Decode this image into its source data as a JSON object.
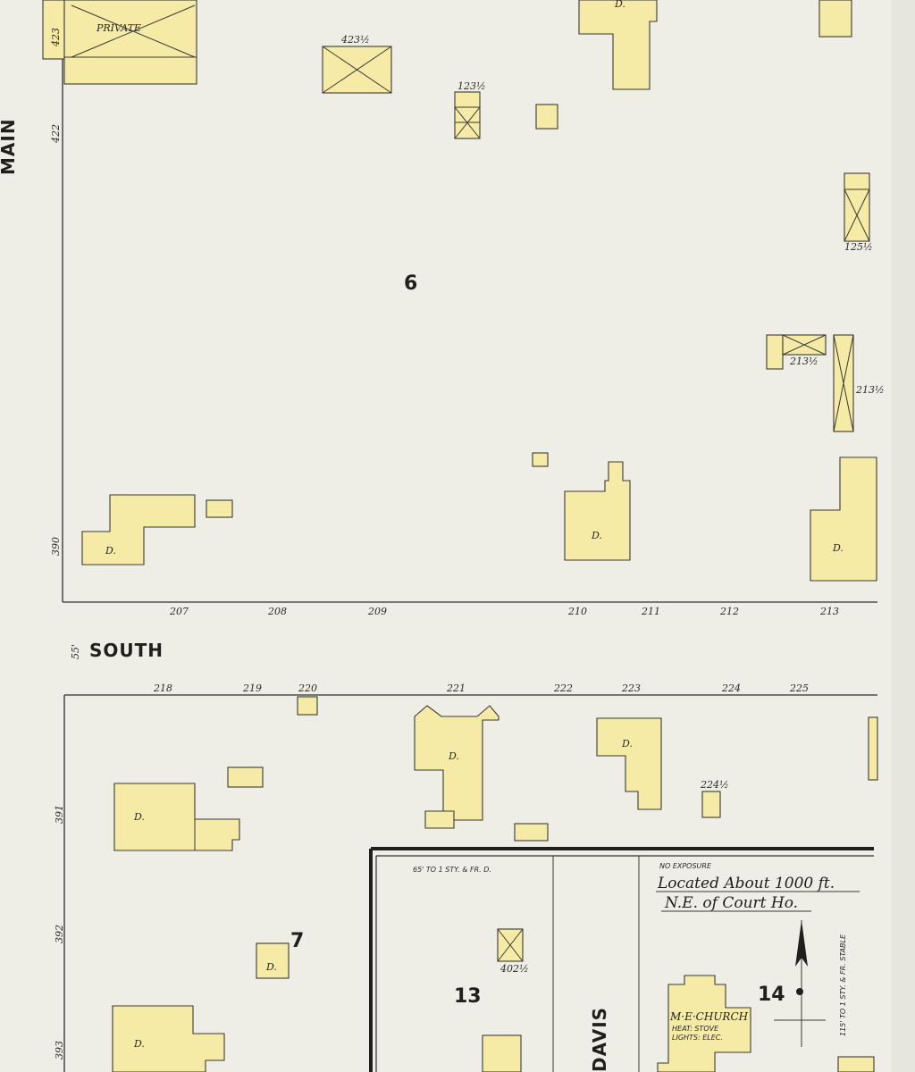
{
  "streets": {
    "main": "MAIN",
    "south": "SOUTH",
    "south_width": "55'",
    "davis": "DAVIS"
  },
  "blocks": {
    "b6": "6",
    "b7": "7",
    "b13": "13",
    "b14": "14"
  },
  "labels": {
    "private": "PRIVATE",
    "d": "D."
  },
  "addresses": {
    "a423": "423",
    "a422": "422",
    "a390": "390",
    "a391": "391",
    "a392": "392",
    "a393": "393",
    "a423h": "423½",
    "a123h": "123½",
    "a125h": "125½",
    "a213h1": "213½",
    "a213h2": "213½",
    "a224h": "224½",
    "a402h": "402½"
  },
  "lots_top": [
    "207",
    "208",
    "209",
    "210",
    "211",
    "212",
    "213"
  ],
  "lots_bottom": [
    "218",
    "219",
    "220",
    "221",
    "222",
    "223",
    "224",
    "225"
  ],
  "notes": {
    "no_exposure": "NO  EXPOSURE",
    "located": "Located About 1000 ft.",
    "ne_court": "N.E. of Court Ho.",
    "dist_65": "65' TO 1 STY. & FR. D.",
    "dist_115": "115' TO 1 STY. & FR. STABLE"
  },
  "church": {
    "name": "M·E·CHURCH",
    "heat": "HEAT: STOVE",
    "lights": "LIGHTS: ELEC."
  },
  "colors": {
    "paper": "#efeee6",
    "building_fill": "#f5eaa6",
    "ink": "#2e2e2a"
  }
}
